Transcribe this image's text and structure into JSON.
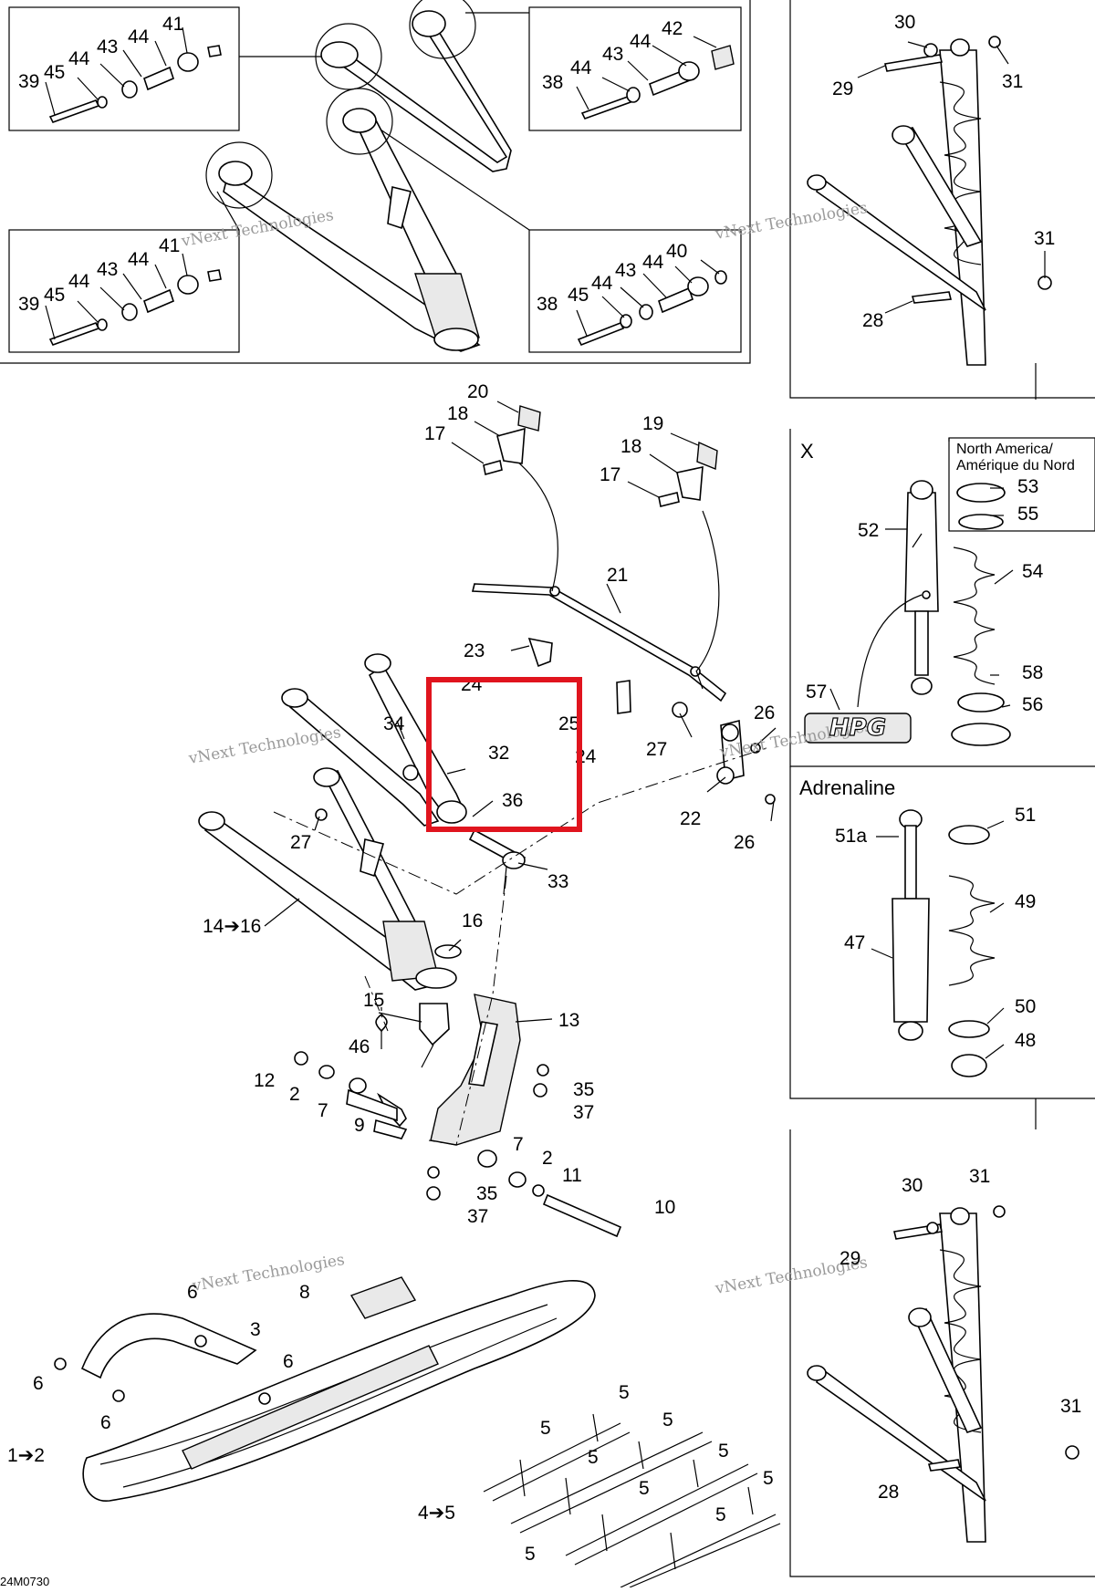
{
  "diagram_code": "24M0730",
  "variant_x_label": "X",
  "region_note": "North America/\nAmérique du Nord",
  "adrenaline_label": "Adrenaline",
  "hpg_logo_text": "HPG",
  "watermark": "vNext Technologies",
  "highlight_color": "#e0141e",
  "part_labels": {
    "l41a": "41",
    "l39a": "39",
    "l45a": "45",
    "l44a": "44",
    "l43a": "43",
    "l44b": "44",
    "l42": "42",
    "l38a": "38",
    "l44c": "44",
    "l43b": "43",
    "l44d": "44",
    "l41b": "41",
    "l39b": "39",
    "l45b": "45",
    "l44e": "44",
    "l43c": "43",
    "l44f": "44",
    "l40": "40",
    "l38b": "38",
    "l45c": "45",
    "l44g": "44",
    "l43d": "43",
    "l44h": "44",
    "l30a": "30",
    "l29a": "29",
    "l31a": "31",
    "l31b": "31",
    "l28a": "28",
    "l20": "20",
    "l18a": "18",
    "l17a": "17",
    "l19": "19",
    "l18b": "18",
    "l17b": "17",
    "l21": "21",
    "l23": "23",
    "l24a": "24",
    "l25": "25",
    "l24b": "24",
    "l34": "34",
    "l32": "32",
    "l36": "36",
    "l26a": "26",
    "l27a": "27",
    "l22": "22",
    "l26b": "26",
    "l27b": "27",
    "l33": "33",
    "l14": "14➔16",
    "l16": "16",
    "l15": "15",
    "l13": "13",
    "l46": "46",
    "l12": "12",
    "l2a": "2",
    "l7a": "7",
    "l9": "9",
    "l35a": "35",
    "l37a": "37",
    "l7b": "7",
    "l2b": "2",
    "l11": "11",
    "l35b": "35",
    "l37b": "37",
    "l10": "10",
    "l53": "53",
    "l55": "55",
    "l52": "52",
    "l54": "54",
    "l58": "58",
    "l57": "57",
    "l56": "56",
    "l51": "51",
    "l51a": "51a",
    "l49": "49",
    "l47": "47",
    "l50": "50",
    "l48": "48",
    "l30b": "30",
    "l31c": "31",
    "l29b": "29",
    "l31d": "31",
    "l28b": "28",
    "l6a": "6",
    "l8": "8",
    "l3": "3",
    "l6b": "6",
    "l6c": "6",
    "l6d": "6",
    "l1": "1➔2",
    "l5a": "5",
    "l5b": "5",
    "l5c": "5",
    "l5d": "5",
    "l5e": "5",
    "l5f": "5",
    "l5g": "5",
    "l5h": "5",
    "l5i": "5",
    "l4": "4➔5"
  }
}
